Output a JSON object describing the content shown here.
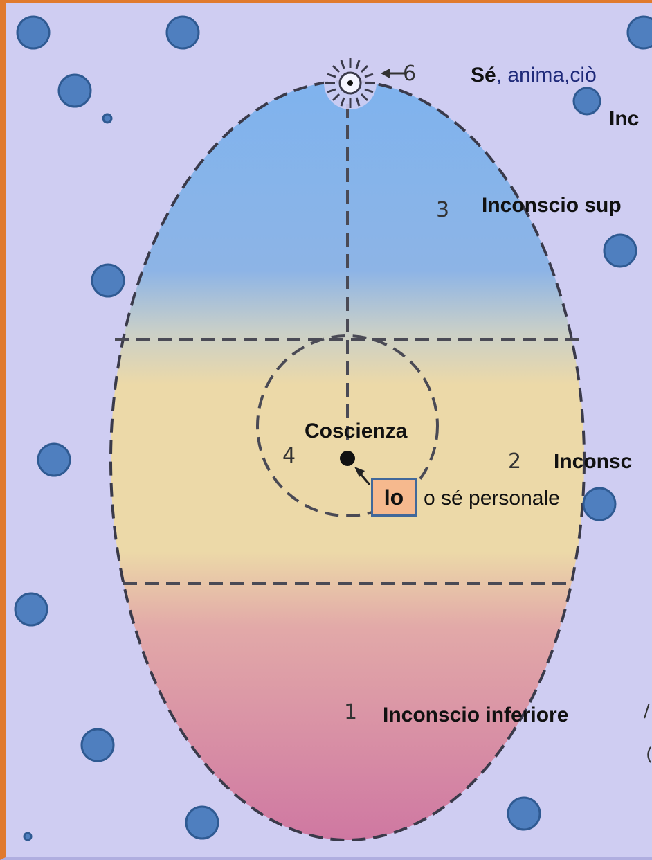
{
  "labels": {
    "se_bold": "Sé",
    "se_rest": ", anima,ciò",
    "inc_top_partial": "Inc",
    "inconscio_sup": "Inconscio sup",
    "coscienza": "Coscienza",
    "inconscio_mid": "Inconsc",
    "io": "Io",
    "se_personale": "o sé personale",
    "inconscio_inferiore": "Inconscio inferiore"
  },
  "numbers": {
    "n1": "1",
    "n2": "2",
    "n3": "3",
    "n4": "4",
    "n6": "6"
  },
  "colors": {
    "background": "#cfcdf2",
    "border": "#e07a2e",
    "dot_fill": "#4f7fbf",
    "dot_stroke": "#2f5a92",
    "egg_top": "#7fb3ee",
    "egg_middle": "#ecd9a8",
    "egg_bottom": "#d47aa0",
    "io_box_fill": "#f6b98e"
  }
}
